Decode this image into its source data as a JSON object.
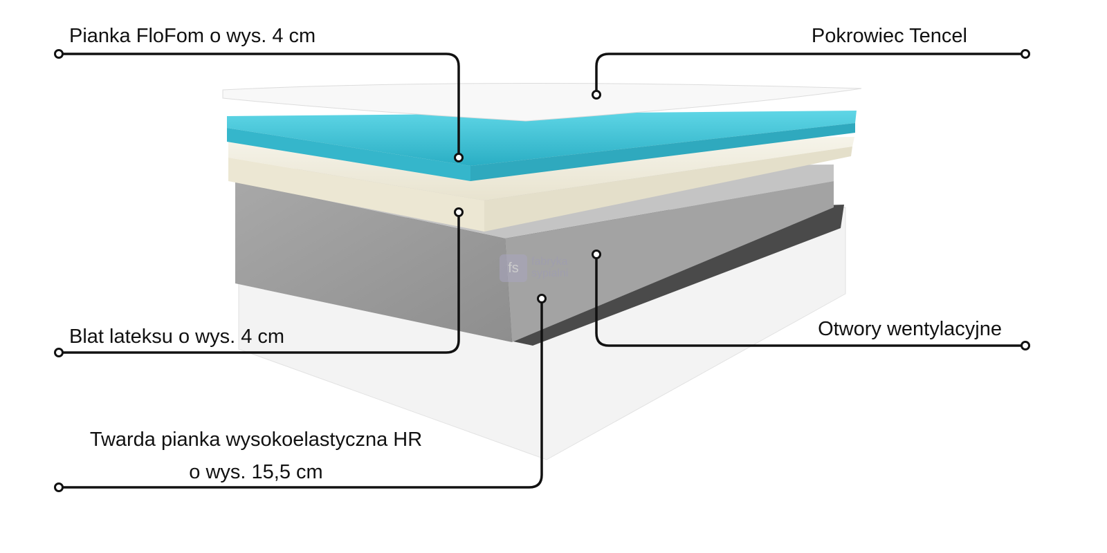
{
  "labels": {
    "flofom": "Pianka FloFom o wys. 4 cm",
    "cover": "Pokrowiec Tencel",
    "latex": "Blat lateksu o wys. 4 cm",
    "vents": "Otwory wentylacyjne",
    "hr_line1": "Twarda pianka wysokoelastyczna HR",
    "hr_line2": "o wys. 15,5 cm"
  },
  "logo": {
    "mark": "fs",
    "line1": "fabryka",
    "line2": "sypialni"
  },
  "colors": {
    "flofom": "#3fc3d6",
    "latex": "#f1eedf",
    "hr": "#9a9a9a",
    "base": "#f4f4f4",
    "line": "#111111"
  }
}
